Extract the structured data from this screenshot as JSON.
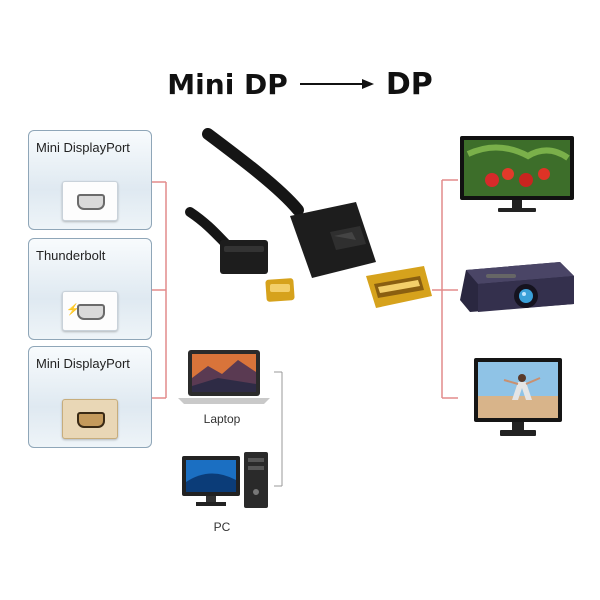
{
  "headline": {
    "from": "Mini DP",
    "to": "DP",
    "arrow_icon": "arrow-right-icon"
  },
  "source_ports": [
    {
      "label": "Mini DisplayPort",
      "icon": "mini-displayport-socket-icon"
    },
    {
      "label": "Thunderbolt",
      "icon": "thunderbolt-socket-icon"
    },
    {
      "label": "Mini DisplayPort",
      "icon": "mini-displayport-socket-icon"
    }
  ],
  "source_devices": [
    {
      "label": "Laptop",
      "icon": "laptop-icon"
    },
    {
      "label": "PC",
      "icon": "desktop-pc-icon"
    }
  ],
  "cable": {
    "icon": "mini-dp-to-dp-cable-icon"
  },
  "target_devices": [
    {
      "icon": "monitor-icon"
    },
    {
      "icon": "projector-icon"
    },
    {
      "icon": "tv-icon"
    }
  ],
  "colors": {
    "bracket": "#e28b8b",
    "card_border": "#8fa6b8",
    "connector_gold": "#d6a21c",
    "cable_black": "#151515"
  }
}
